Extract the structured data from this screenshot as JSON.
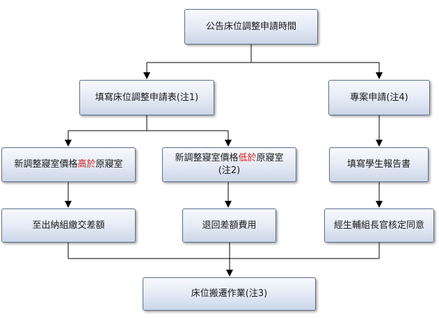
{
  "flowchart": {
    "top": "公告床位調整申請時間",
    "apply_form": "填寫床位調整申請表(注1)",
    "special_apply": "專案申請(注4)",
    "higher": {
      "prefix": "新調整寢室價格",
      "highlight": "高於",
      "suffix": "原寢室"
    },
    "lower": {
      "prefix": "新調整寢室價格",
      "highlight": "低於",
      "suffix": "原寢室",
      "note": "(注2)"
    },
    "student_report": "填寫學生報告書",
    "pay_difference": "至出納組繳交差額",
    "refund_difference": "退回差額費用",
    "approval": "經生輔組長官核定同意",
    "move": "床位搬遷作業(注3)"
  },
  "colors": {
    "highlight": "#d01818",
    "border": "#5b6f8c",
    "line": "#000000"
  }
}
